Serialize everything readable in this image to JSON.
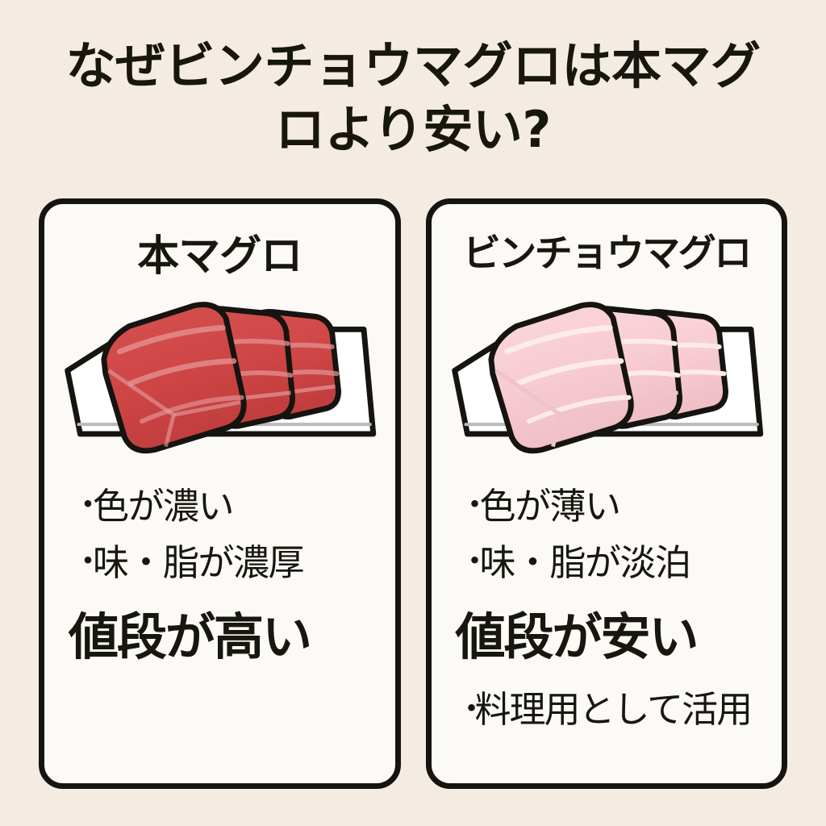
{
  "background_color": "#f4ece2",
  "ink_color": "#17160f",
  "title": {
    "line1": "なぜビンチョウマグロは本マグ",
    "line2": "ロより安い?"
  },
  "cards": [
    {
      "id": "honmaguro",
      "title": "本マグロ",
      "illustration": {
        "name": "tuna-blocks-on-plate-red",
        "flesh_color": "#cf4646",
        "flesh_shade": "#b83c3c",
        "sinew_color": "#e08282",
        "plate_color": "#ffffff",
        "outline_color": "#151410",
        "block_count": 3
      },
      "bullets": [
        "色が濃い",
        "味・脂が濃厚"
      ],
      "emphasis": "値段が高い",
      "extra_bullets": []
    },
    {
      "id": "binchou-maguro",
      "title": "ビンチョウマグロ",
      "illustration": {
        "name": "tuna-blocks-on-plate-pink",
        "flesh_color": "#f7ccd2",
        "flesh_shade": "#eeb8c0",
        "sinew_color": "#fce2e6",
        "plate_color": "#ffffff",
        "outline_color": "#151410",
        "block_count": 3
      },
      "bullets": [
        "色が薄い",
        "味・脂が淡泊"
      ],
      "emphasis": "値段が安い",
      "extra_bullets": [
        "料理用として活用"
      ]
    }
  ],
  "bullet_marker": "・"
}
